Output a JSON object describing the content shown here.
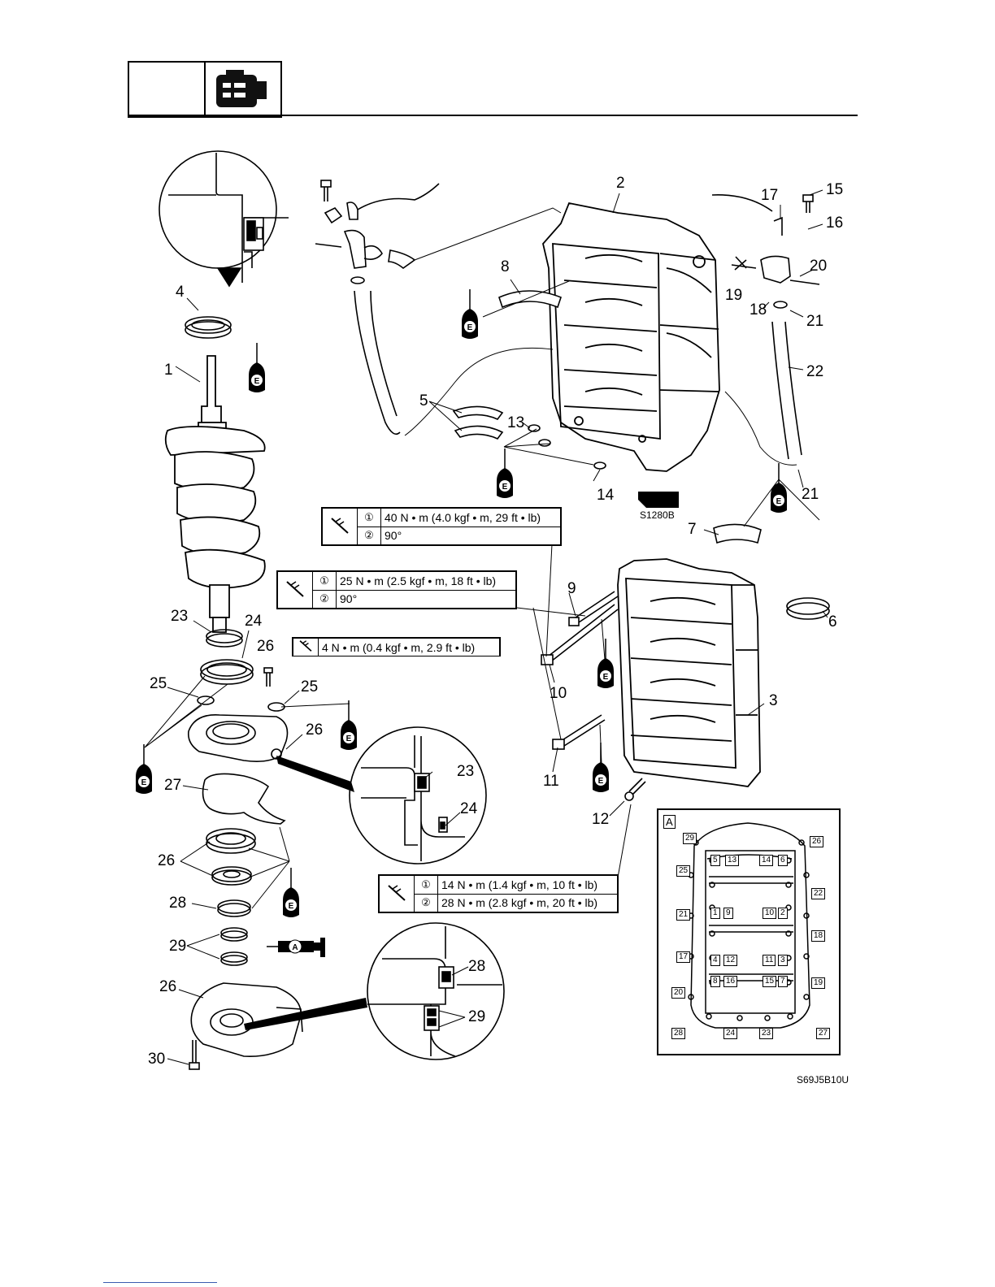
{
  "header": {
    "icon": "engine-block-icon"
  },
  "callouts": {
    "c1": "1",
    "c2": "2",
    "c3": "3",
    "c4": "4",
    "c5": "5",
    "c6": "6",
    "c7": "7",
    "c8": "8",
    "c9": "9",
    "c10": "10",
    "c11": "11",
    "c12": "12",
    "c13": "13",
    "c14": "14",
    "c15": "15",
    "c16": "16",
    "c17": "17",
    "c18": "18",
    "c19": "19",
    "c20": "20",
    "c21a": "21",
    "c21b": "21",
    "c22": "22",
    "c23": "23",
    "c24": "24",
    "c25a": "25",
    "c25b": "25",
    "c26a": "26",
    "c26b": "26",
    "c26c": "26",
    "c26d": "26",
    "c27": "27",
    "c28": "28",
    "c29": "29",
    "c30": "30",
    "d23": "23",
    "d24": "24",
    "d28": "28",
    "d29": "29"
  },
  "torque_specs": {
    "t1": {
      "s1": "①",
      "v1": "40 N • m (4.0 kgf • m, 29 ft • lb)",
      "s2": "②",
      "v2": "90°"
    },
    "t2": {
      "s1": "①",
      "v1": "25 N • m (2.5 kgf • m, 18 ft • lb)",
      "s2": "②",
      "v2": "90°"
    },
    "t3": {
      "v1": "4 N • m (0.4 kgf • m, 2.9 ft • lb)"
    },
    "t4": {
      "s1": "①",
      "v1": "14 N • m (1.4 kgf • m, 10 ft • lb)",
      "s2": "②",
      "v2": "28 N • m (2.8 kgf • m, 20 ft • lb)"
    }
  },
  "lubricant": {
    "e": "E",
    "a": "A"
  },
  "sealant_code": "S1280B",
  "figure_code": "S69J5B10U",
  "inset": {
    "label": "A",
    "tags": [
      "29",
      "26",
      "5",
      "13",
      "14",
      "6",
      "25",
      "22",
      "1",
      "9",
      "10",
      "2",
      "21",
      "18",
      "17",
      "4",
      "12",
      "11",
      "3",
      "8",
      "16",
      "15",
      "7",
      "19",
      "20",
      "28",
      "24",
      "23",
      "27"
    ]
  }
}
